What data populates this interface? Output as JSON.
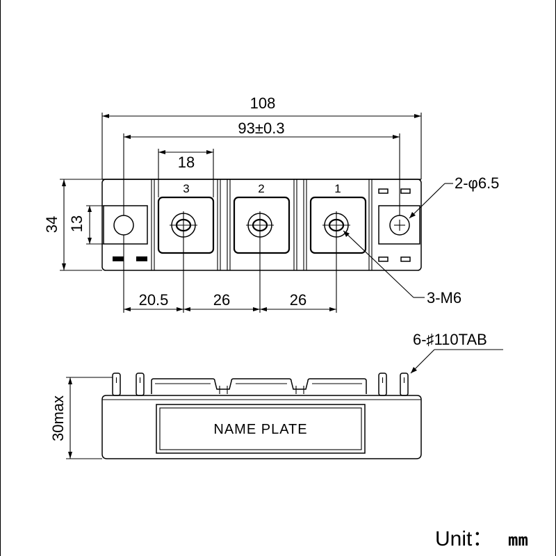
{
  "dimensions": {
    "overall_length": "108",
    "mount_pitch": "93±0.3",
    "terminal_width": "18",
    "overall_height": "34",
    "center_height": "13",
    "offset_first": "20.5",
    "pitch_1": "26",
    "pitch_2": "26",
    "side_height": "30max"
  },
  "callouts": {
    "mount_holes": "2-φ6.5",
    "screw_terminals": "3-M6",
    "tab_terminals": "6-♯110TAB"
  },
  "terminals": [
    "3",
    "2",
    "1"
  ],
  "name_plate": "NAME PLATE",
  "unit": {
    "label": "Unit：",
    "value": "mm"
  }
}
